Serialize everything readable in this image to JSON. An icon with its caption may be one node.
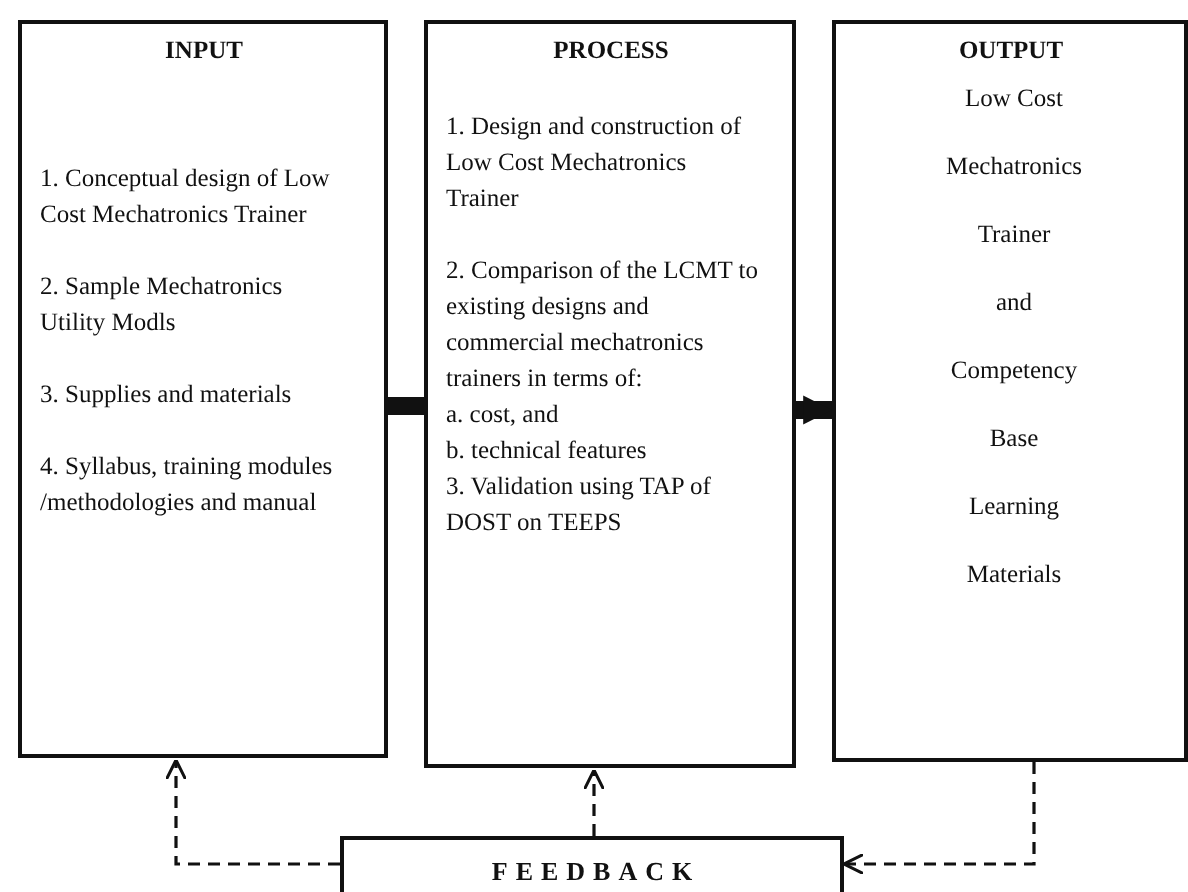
{
  "diagram": {
    "nodes": [
      {
        "text": [
          "INPUT",
          "1. Conceptual design of Low Cost Mechatronics Trainer",
          "2. Sample Mechatronics Utility Modls",
          "3. Supplies and materials",
          "4. Syllabus, training modules /methodologies and manual"
        ]
      },
      {
        "text": [
          "PROCESS",
          "1. Design and construction of Low Cost Mechatronics Trainer",
          "2. Comparison of the LCMT to existing designs and commercial mechatronics trainers in terms of:",
          "a. cost, and",
          "b. technical features",
          "3. Validation using TAP of DOST on TEEPS"
        ]
      },
      {
        "text": [
          "OUTPUT",
          "Low Cost",
          "Mechatronics",
          "Trainer",
          "and",
          "Competency",
          "Base",
          "Learning",
          "Materials"
        ]
      },
      {
        "text": [
          "FEEDBACK"
        ]
      }
    ],
    "edges": [
      {
        "from": 0,
        "to": 1,
        "arrow": "none",
        "style": "thick"
      },
      {
        "from": 1,
        "to": 2,
        "arrow": "to",
        "style": "thick"
      },
      {
        "from": 3,
        "to": 0,
        "arrow": "to",
        "style": "dashed"
      },
      {
        "from": 3,
        "to": 1,
        "arrow": "to",
        "style": "dashed"
      },
      {
        "from": 2,
        "to": 3,
        "arrow": "to",
        "style": "dashed"
      }
    ]
  }
}
